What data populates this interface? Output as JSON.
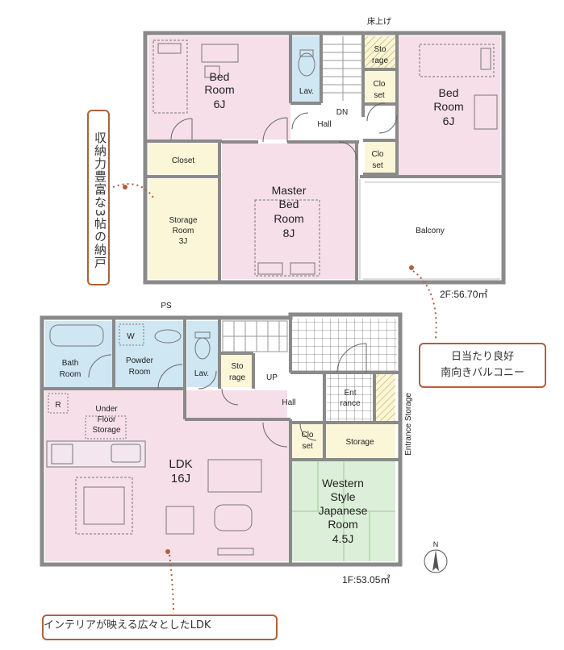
{
  "second_floor": {
    "area_label": "2F:56.70㎡",
    "rooms": {
      "bed_room_a": [
        "Bed",
        "Room",
        "6J"
      ],
      "lav": "Lav.",
      "storage_raised_label": "床上げ",
      "storage_raised": [
        "Sto",
        "rage"
      ],
      "closet_top": [
        "Clo",
        "set"
      ],
      "bed_room_b": [
        "Bed",
        "Room",
        "6J"
      ],
      "dn": "DN",
      "hall": "Hall",
      "closet_left": "Closet",
      "closet_mid": [
        "Clo",
        "set"
      ],
      "master_bed_room": [
        "Master",
        "Bed",
        "Room",
        "8J"
      ],
      "storage_room": [
        "Storage",
        "Room",
        "3J"
      ],
      "balcony": "Balcony"
    }
  },
  "first_floor": {
    "area_label": "1F:53.05㎡",
    "rooms": {
      "ps": "PS",
      "bath_room": [
        "Bath",
        "Room"
      ],
      "w_mark": "W",
      "powder_room": [
        "Powder",
        "Room"
      ],
      "lav": "Lav.",
      "storage": [
        "Sto",
        "rage"
      ],
      "up": "UP",
      "hall": "Hall",
      "entrance": [
        "Ent",
        "rance"
      ],
      "entrance_storage": "Entrance Storage",
      "r_mark": "R",
      "under_floor_storage": [
        "Under",
        "Floor",
        "Storage"
      ],
      "ldk": [
        "LDK",
        "16J"
      ],
      "closet": [
        "Clo",
        "set"
      ],
      "storage_right": "Storage",
      "western_japanese_room": [
        "Western",
        "Style",
        "Japanese",
        "Room",
        "4.5J"
      ]
    }
  },
  "compass": {
    "label": "N"
  },
  "callouts": {
    "storage_note": "収納力豊富な3帖の納戸",
    "balcony_note": [
      "日当たり良好",
      "南向きバルコニー"
    ],
    "ldk_note": "インテリアが映える広々としたLDK"
  },
  "colors": {
    "wall": "#8a8a8a",
    "pink": "#f6dfe9",
    "blue": "#cfe6f3",
    "yellow": "#fbf6d8",
    "green": "#dcefd9",
    "callout_border": "#b0603a",
    "dot": "#b0603a"
  }
}
